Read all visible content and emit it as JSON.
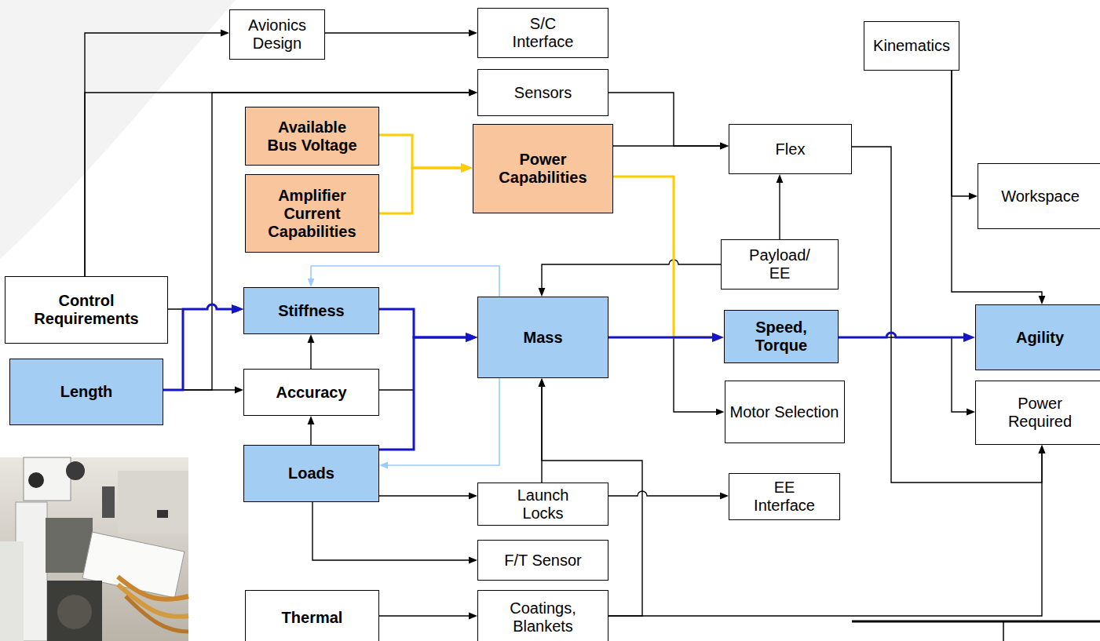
{
  "diagram": {
    "nodes": [
      {
        "text": [
          "Avionics Design"
        ]
      },
      {
        "text": [
          "S/C Interface"
        ]
      },
      {
        "text": [
          "Kinematics"
        ]
      },
      {
        "text": [
          "Sensors"
        ]
      },
      {
        "text": [
          "Available Bus Voltage"
        ]
      },
      {
        "text": [
          "Power Capabilities"
        ]
      },
      {
        "text": [
          "Flex"
        ]
      },
      {
        "text": [
          "Workspace"
        ]
      },
      {
        "text": [
          "Amplifier Current Capabilities"
        ]
      },
      {
        "text": [
          "Payload/ EE"
        ]
      },
      {
        "text": [
          "Control Requirements"
        ]
      },
      {
        "text": [
          "Stiffness"
        ]
      },
      {
        "text": [
          "Mass"
        ]
      },
      {
        "text": [
          "Speed, Torque"
        ]
      },
      {
        "text": [
          "Agility"
        ]
      },
      {
        "text": [
          "Length"
        ]
      },
      {
        "text": [
          "Accuracy"
        ]
      },
      {
        "text": [
          "Motor Selection"
        ]
      },
      {
        "text": [
          "Power Required"
        ]
      },
      {
        "text": [
          "Loads"
        ]
      },
      {
        "text": [
          "Launch Locks"
        ]
      },
      {
        "text": [
          "EE Interface"
        ]
      },
      {
        "text": [
          "F/T Sensor"
        ]
      },
      {
        "text": [
          "Thermal"
        ]
      },
      {
        "text": [
          "Coatings, Blankets"
        ]
      }
    ],
    "edges": [
      {
        "from": 10,
        "to": 0,
        "arrow": "to"
      },
      {
        "from": 10,
        "to": 3,
        "arrow": "to"
      },
      {
        "from": 0,
        "to": 1,
        "arrow": "to"
      },
      {
        "from": 10,
        "to": 11,
        "arrow": "to"
      },
      {
        "from": 15,
        "to": 11,
        "arrow": "to"
      },
      {
        "from": 15,
        "to": 16,
        "arrow": "to"
      },
      {
        "from": 15,
        "to": 3,
        "arrow": "to"
      },
      {
        "from": 4,
        "to": 5,
        "arrow": "to"
      },
      {
        "from": 8,
        "to": 5,
        "arrow": "to"
      },
      {
        "from": 3,
        "to": 6,
        "arrow": "to"
      },
      {
        "from": 5,
        "to": 6,
        "arrow": "to"
      },
      {
        "from": 5,
        "to": 13,
        "arrow": "to"
      },
      {
        "from": 5,
        "to": 17,
        "arrow": "to"
      },
      {
        "from": 9,
        "to": 6,
        "arrow": "to"
      },
      {
        "from": 9,
        "to": 12,
        "arrow": "to"
      },
      {
        "from": 11,
        "to": 12,
        "arrow": "to"
      },
      {
        "from": 16,
        "to": 12,
        "arrow": "to"
      },
      {
        "from": 19,
        "to": 12,
        "arrow": "to"
      },
      {
        "from": 12,
        "to": 11,
        "arrow": "to"
      },
      {
        "from": 12,
        "to": 19,
        "arrow": "to"
      },
      {
        "from": 16,
        "to": 11,
        "arrow": "to"
      },
      {
        "from": 19,
        "to": 16,
        "arrow": "to"
      },
      {
        "from": 12,
        "to": 13,
        "arrow": "to"
      },
      {
        "from": 13,
        "to": 14,
        "arrow": "to"
      },
      {
        "from": 13,
        "to": 18,
        "arrow": "to"
      },
      {
        "from": 2,
        "to": 7,
        "arrow": "to"
      },
      {
        "from": 2,
        "to": 14,
        "arrow": "to"
      },
      {
        "from": 6,
        "to": 18,
        "arrow": "to"
      },
      {
        "from": 19,
        "to": 20,
        "arrow": "to"
      },
      {
        "from": 19,
        "to": 22,
        "arrow": "to"
      },
      {
        "from": 20,
        "to": 21,
        "arrow": "to"
      },
      {
        "from": 20,
        "to": 12,
        "arrow": "to"
      },
      {
        "from": 24,
        "to": 12,
        "arrow": "to"
      },
      {
        "from": 24,
        "to": 18,
        "arrow": "to"
      },
      {
        "from": 23,
        "to": 24,
        "arrow": "to"
      }
    ]
  }
}
